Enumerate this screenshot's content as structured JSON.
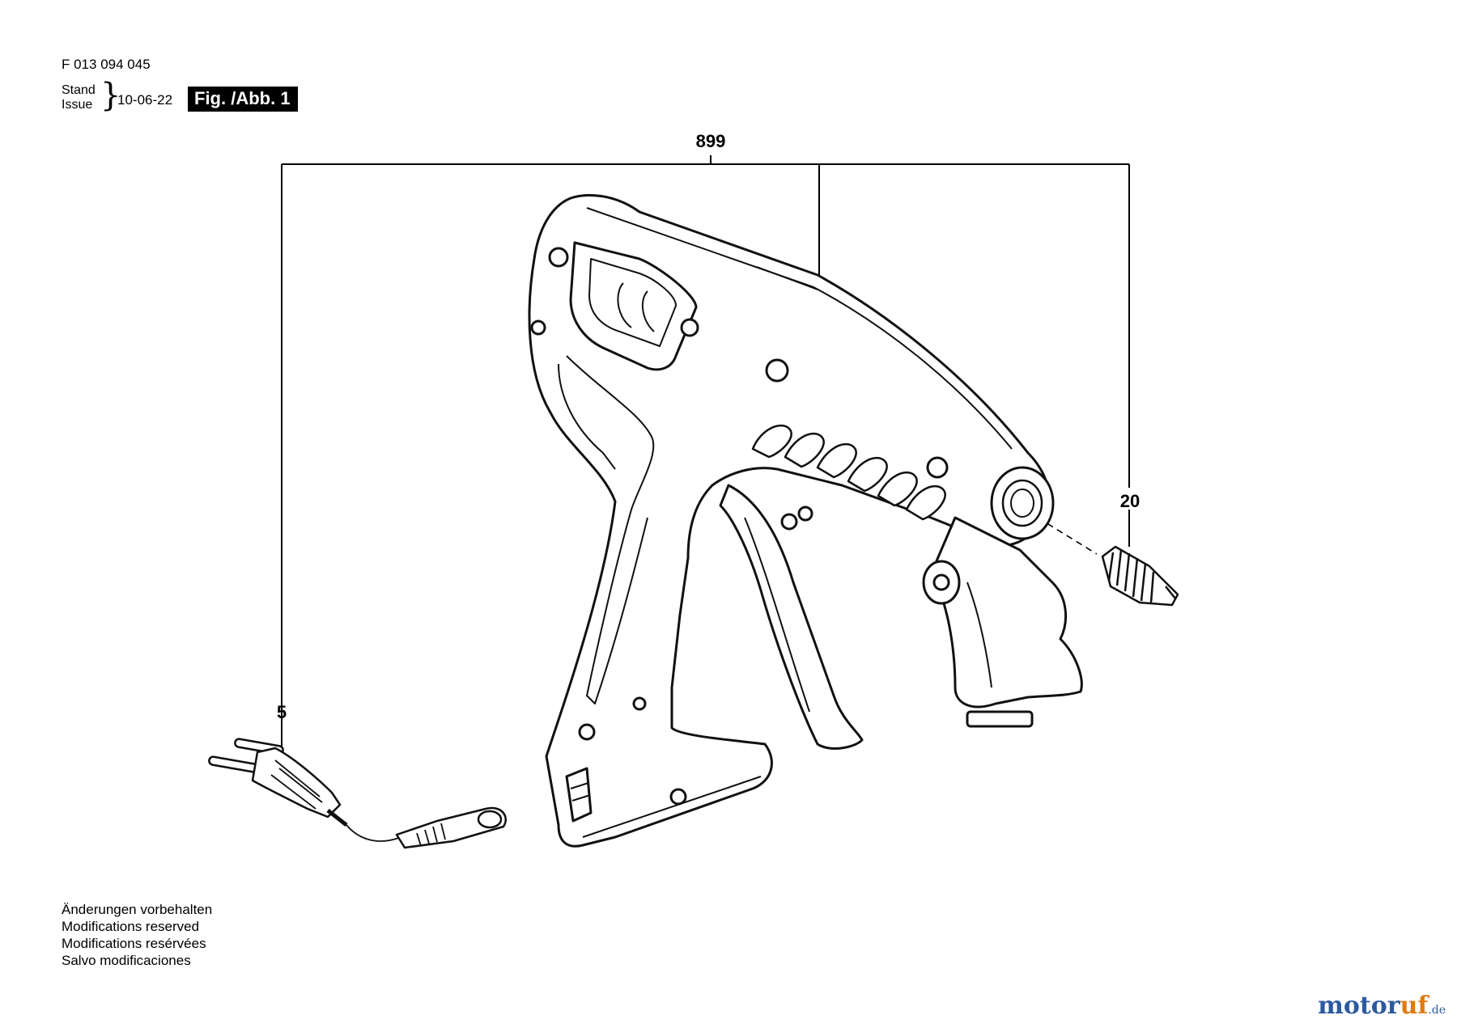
{
  "header": {
    "doc_code": "F 013 094 045",
    "stand_label": "Stand",
    "issue_label": "Issue",
    "date": "10-06-22",
    "figure_label": "Fig. /Abb. 1"
  },
  "callouts": {
    "assembly": "899",
    "nozzle": "20",
    "cord": "5"
  },
  "notes": [
    "Änderungen vorbehalten",
    "Modifications reserved",
    "Modifications resérvées",
    "Salvo modificaciones"
  ],
  "watermark": {
    "part1": "motor",
    "part2": "uf",
    "part3": ".de"
  }
}
